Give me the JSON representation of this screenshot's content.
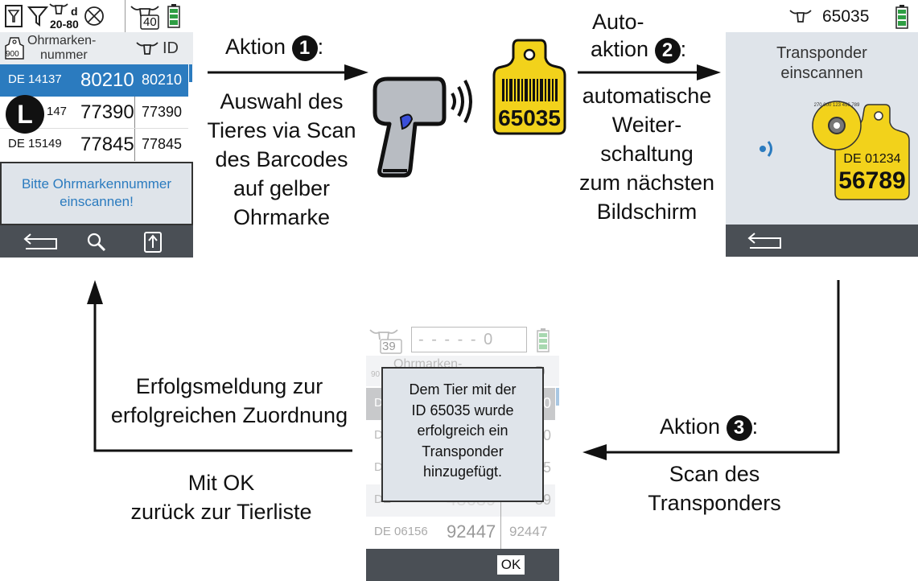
{
  "screen1": {
    "status": {
      "dayrange_top": "d",
      "dayrange_bottom": "20-80",
      "count": "40"
    },
    "header": {
      "col_tag_line1": "Ohrmarken-",
      "col_tag_line2": "nummer",
      "tag_badge": "900",
      "col_id": "ID"
    },
    "rows": [
      {
        "prefix": "DE 14137",
        "number": "80210",
        "id": "80210",
        "selected": true
      },
      {
        "prefix": "147",
        "number": "77390",
        "id": "77390",
        "selected": false
      },
      {
        "prefix": "DE 15149",
        "number": "77845",
        "id": "77845",
        "selected": false
      }
    ],
    "marker": "L",
    "message_line1": "Bitte Ohrmarkennummer",
    "message_line2": "einscannen!"
  },
  "scanner_tag_number": "65035",
  "screen2": {
    "status_id": "65035",
    "title_line1": "Transponder",
    "title_line2": "einscannen",
    "tag_prefix": "DE 01234",
    "tag_number": "56789",
    "button_digits": "270 000 123 456 789"
  },
  "screen3": {
    "count": "39",
    "input_value": "- - - - - 0",
    "header_tag": "Ohrmarken-",
    "tag_badge": "90",
    "col_id": "D",
    "faded_right": [
      "0",
      "0",
      "5",
      "89"
    ],
    "faded_left": [
      "DE",
      "D",
      "D",
      "DE"
    ],
    "last_row": {
      "prefix": "DE 06156",
      "number": "92447",
      "id": "92447"
    },
    "faded_mid_number": "48689",
    "popup_lines": [
      "Dem Tier mit der",
      "ID 65035 wurde",
      "erfolgreich ein",
      "Transponder",
      "hinzugefügt."
    ],
    "ok_label": "OK"
  },
  "step1": {
    "title": "Aktion",
    "number": "1",
    "colon": ":",
    "lines": [
      "Auswahl des",
      "Tieres via Scan",
      "des Barcodes",
      "auf gelber",
      "Ohrmarke"
    ]
  },
  "step2": {
    "title_line1": "Auto-",
    "title_line2": "aktion",
    "number": "2",
    "colon": ":",
    "lines": [
      "automatische",
      "Weiter-",
      "schaltung",
      "zum nächsten",
      "Bildschirm"
    ]
  },
  "step3": {
    "title": "Aktion",
    "number": "3",
    "colon": ":",
    "lines": [
      "Scan des",
      "Transponders"
    ]
  },
  "step4": {
    "lines": [
      "Erfolgsmeldung zur",
      "erfolgreichen Zuordnung"
    ]
  },
  "step5": {
    "lines": [
      "Mit OK",
      "zurück zur Tierliste"
    ]
  },
  "colors": {
    "selected_row": "#2b7bbf",
    "tag_yellow": "#f2d21b",
    "bar_dark": "#4a4f55",
    "panel": "#dfe4ea",
    "battery": "#2f9e44",
    "scanner_blue": "#3a4fd9"
  }
}
